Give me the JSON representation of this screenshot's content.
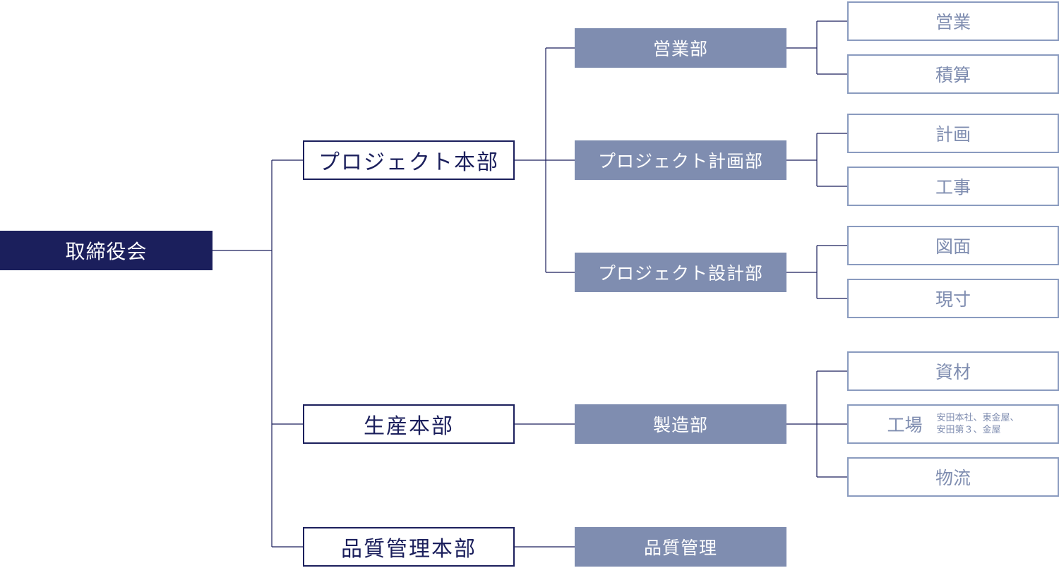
{
  "org_chart": {
    "root": {
      "label": "取締役会"
    },
    "divisions": [
      {
        "label": "プロジェクト本部",
        "departments": [
          {
            "label": "営業部",
            "sections": [
              {
                "label": "営業"
              },
              {
                "label": "積算"
              }
            ]
          },
          {
            "label": "プロジェクト計画部",
            "sections": [
              {
                "label": "計画"
              },
              {
                "label": "工事"
              }
            ]
          },
          {
            "label": "プロジェクト設計部",
            "sections": [
              {
                "label": "図面"
              },
              {
                "label": "現寸"
              }
            ]
          }
        ]
      },
      {
        "label": "生産本部",
        "departments": [
          {
            "label": "製造部",
            "sections": [
              {
                "label": "資材"
              },
              {
                "label": "工場",
                "note_lines": [
                  "安田本社、東金屋、",
                  "安田第３、金屋"
                ]
              },
              {
                "label": "物流"
              }
            ]
          }
        ]
      },
      {
        "label": "品質管理本部",
        "departments": [
          {
            "label": "品質管理",
            "sections": []
          }
        ]
      }
    ]
  },
  "colors": {
    "root_fill": "#1b1f5c",
    "division_border": "#1b1f5c",
    "department_fill": "#7f8db0",
    "section_border": "#8a9bbf",
    "connector_line": "#1b1f5c"
  }
}
